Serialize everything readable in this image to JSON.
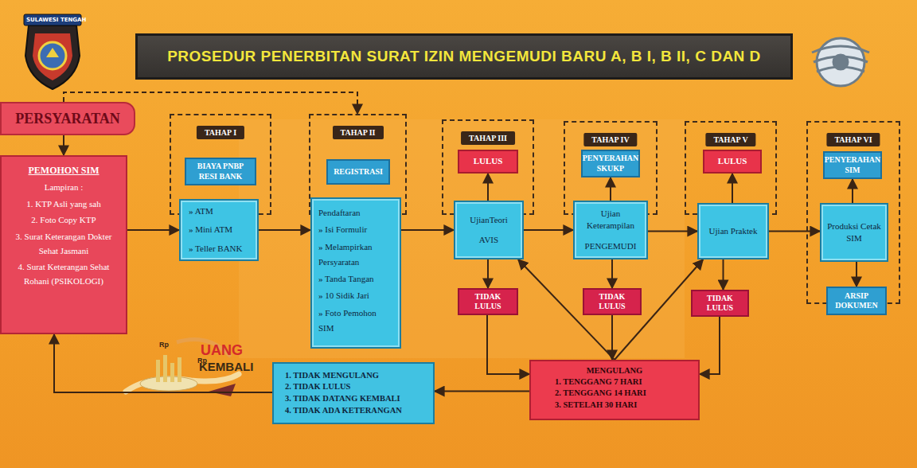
{
  "diagram": {
    "title": "PROSEDUR PENERBITAN SURAT IZIN MENGEMUDI BARU A, B I, B II, C DAN D",
    "nodes": [
      {
        "text": [
          "PERSYARATAN"
        ]
      },
      {
        "text": [
          "PEMOHON SIM",
          "Lampiran :",
          "1. KTP Asli yang sah",
          "2. Foto Copy KTP",
          "3. Surat Keterangan Dokter Sehat Jasmani",
          "4. Surat Keterangan Sehat Rohani (PSIKOLOGI)"
        ]
      },
      {
        "text": [
          "TAHAP I"
        ]
      },
      {
        "text": [
          "BIAYA PNBP RESI BANK"
        ],
        "in": 2
      },
      {
        "text": [
          "» ATM",
          "» Mini ATM",
          "» Teller BANK"
        ]
      },
      {
        "text": [
          "TAHAP II"
        ]
      },
      {
        "text": [
          "REGISTRASI"
        ],
        "in": 5
      },
      {
        "text": [
          "Pendaftaran",
          "» Isi Formulir",
          "» Melampirkan Persyaratan",
          "» Tanda Tangan",
          "» 10 Sidik Jari",
          "» Foto Pemohon SIM"
        ]
      },
      {
        "text": [
          "TAHAP III"
        ]
      },
      {
        "text": [
          "LULUS"
        ],
        "in": 8
      },
      {
        "text": [
          "UjianTeori",
          "AVIS"
        ]
      },
      {
        "text": [
          "TIDAK LULUS"
        ]
      },
      {
        "text": [
          "TAHAP IV"
        ]
      },
      {
        "text": [
          "PENYERAHAN SKUKP"
        ],
        "in": 12
      },
      {
        "text": [
          "Ujian Keterampilan",
          "PENGEMUDI"
        ]
      },
      {
        "text": [
          "TIDAK LULUS"
        ]
      },
      {
        "text": [
          "TAHAP V"
        ]
      },
      {
        "text": [
          "LULUS"
        ],
        "in": 16
      },
      {
        "text": [
          "Ujian Praktek"
        ]
      },
      {
        "text": [
          "TIDAK LULUS"
        ]
      },
      {
        "text": [
          "TAHAP VI"
        ]
      },
      {
        "text": [
          "PENYERAHAN SIM"
        ],
        "in": 20
      },
      {
        "text": [
          "Produksi Cetak SIM"
        ],
        "in": 20
      },
      {
        "text": [
          "ARSIP DOKUMEN"
        ],
        "in": 20
      },
      {
        "text": [
          "MENGULANG",
          "1. TENGGANG 7 HARI",
          "2. TENGGANG 14 HARI",
          "3. SETELAH 30 HARI"
        ]
      },
      {
        "text": [
          "1. TIDAK MENGULANG",
          "2. TIDAK LULUS",
          "3. TIDAK DATANG KEMBALI",
          "4. TIDAK ADA KETERANGAN"
        ]
      }
    ],
    "edges": [
      {
        "from": 0,
        "to": 1,
        "arrow": "to"
      },
      {
        "from": 0,
        "to": 5,
        "arrow": "to"
      },
      {
        "from": 1,
        "to": 4,
        "arrow": "to"
      },
      {
        "from": 4,
        "to": 7,
        "arrow": "to"
      },
      {
        "from": 7,
        "to": 10,
        "arrow": "to"
      },
      {
        "from": 10,
        "to": 9,
        "arrow": "to"
      },
      {
        "from": 10,
        "to": 11,
        "arrow": "to"
      },
      {
        "from": 10,
        "to": 14,
        "arrow": "to"
      },
      {
        "from": 14,
        "to": 13,
        "arrow": "to"
      },
      {
        "from": 14,
        "to": 15,
        "arrow": "to"
      },
      {
        "from": 14,
        "to": 18,
        "arrow": "to"
      },
      {
        "from": 18,
        "to": 17,
        "arrow": "to"
      },
      {
        "from": 18,
        "to": 19,
        "arrow": "to"
      },
      {
        "from": 18,
        "to": 22,
        "arrow": "to"
      },
      {
        "from": 22,
        "to": 21,
        "arrow": "to"
      },
      {
        "from": 22,
        "to": 23,
        "arrow": "to"
      },
      {
        "from": 11,
        "to": 24,
        "arrow": "to"
      },
      {
        "from": 15,
        "to": 24,
        "arrow": "to"
      },
      {
        "from": 19,
        "to": 24,
        "arrow": "to"
      },
      {
        "from": 24,
        "to": 10,
        "arrow": "to"
      },
      {
        "from": 24,
        "to": 18,
        "arrow": "to"
      },
      {
        "from": 24,
        "to": 25,
        "arrow": "to"
      },
      {
        "from": 25,
        "to": 1,
        "arrow": "to"
      }
    ],
    "labels": [
      "SULAWESI TENGAH",
      "Rp",
      "Rp",
      "UANG",
      "KEMBALI"
    ]
  }
}
